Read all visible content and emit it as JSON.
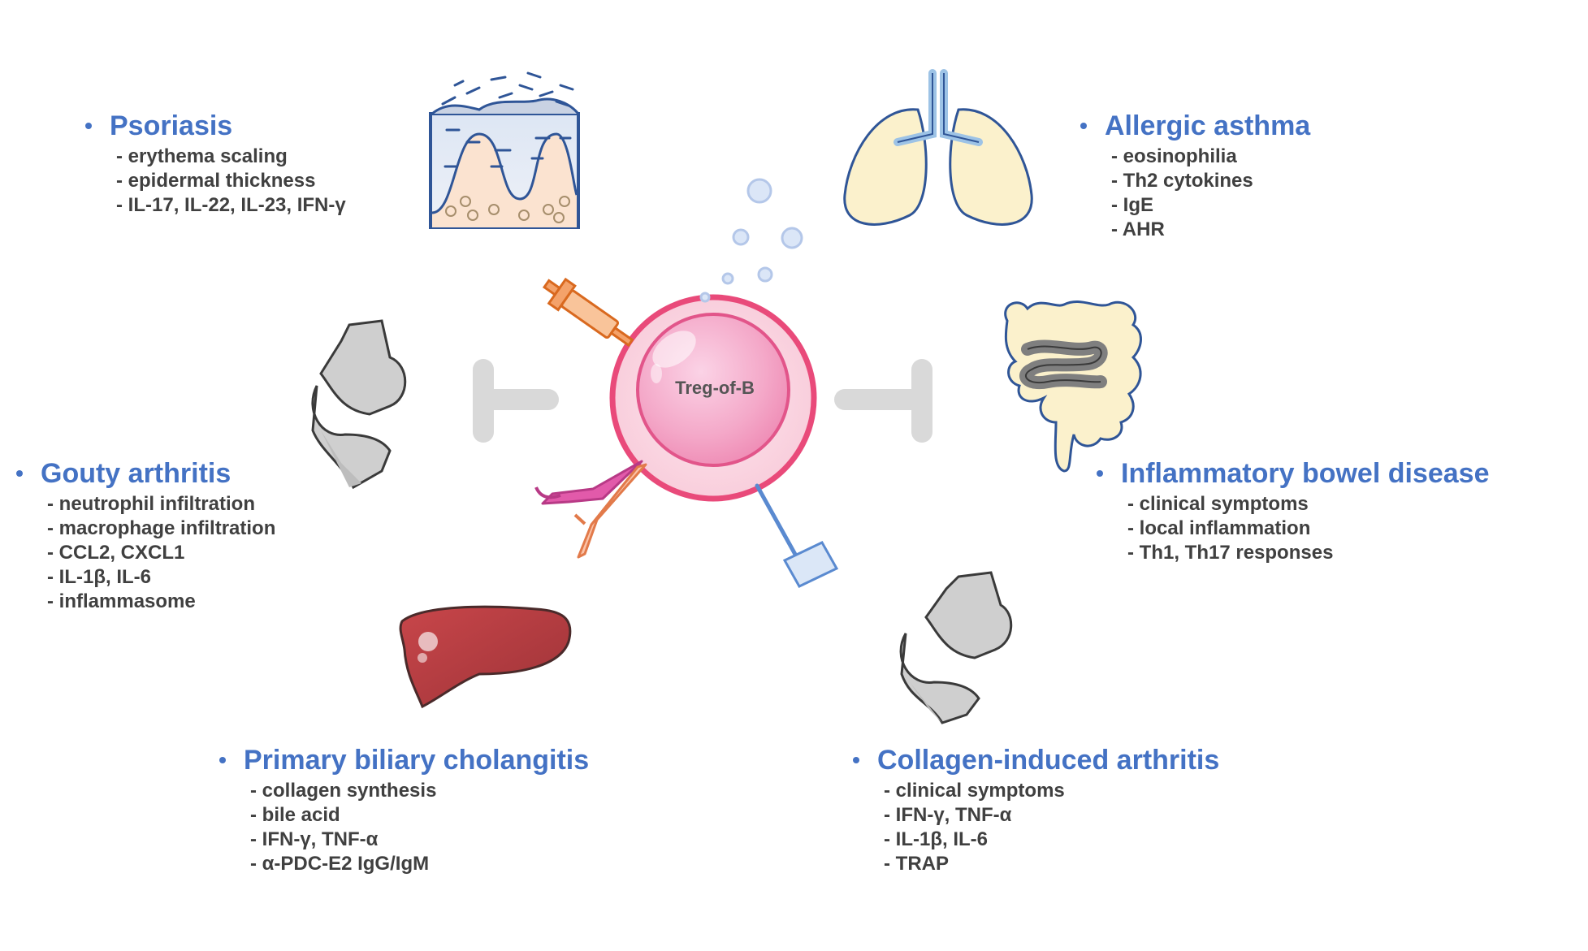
{
  "center": {
    "label": "Treg-of-B"
  },
  "colors": {
    "title_blue": "#4472c4",
    "item_gray": "#404040",
    "inhibit_gray": "#d9d9d9",
    "cell_pink": "#e94a7a"
  },
  "diseases": {
    "psoriasis": {
      "title": "Psoriasis",
      "items": [
        "erythema scaling",
        "epidermal thickness",
        "IL-17, IL-22, IL-23, IFN-γ"
      ],
      "icon": "skin-icon"
    },
    "asthma": {
      "title": "Allergic asthma",
      "items": [
        "eosinophilia",
        "Th2 cytokines",
        "IgE",
        "AHR"
      ],
      "icon": "lungs-icon"
    },
    "gout": {
      "title": "Gouty arthritis",
      "items": [
        "neutrophil infiltration",
        "macrophage infiltration",
        "CCL2, CXCL1",
        "IL-1β, IL-6",
        "inflammasome"
      ],
      "icon": "knee-joint-icon"
    },
    "ibd": {
      "title": "Inflammatory bowel disease",
      "items": [
        "clinical symptoms",
        "local inflammation",
        "Th1, Th17 responses"
      ],
      "icon": "intestine-icon"
    },
    "pbc": {
      "title": "Primary biliary cholangitis",
      "items": [
        "collagen synthesis",
        "bile acid",
        "IFN-γ, TNF-α",
        "α-PDC-E2 IgG/IgM"
      ],
      "icon": "liver-icon"
    },
    "cia": {
      "title": "Collagen-induced arthritis",
      "items": [
        "clinical symptoms",
        "IFN-γ, TNF-α",
        "IL-1β, IL-6",
        "TRAP"
      ],
      "icon": "knee-joint-icon"
    }
  }
}
